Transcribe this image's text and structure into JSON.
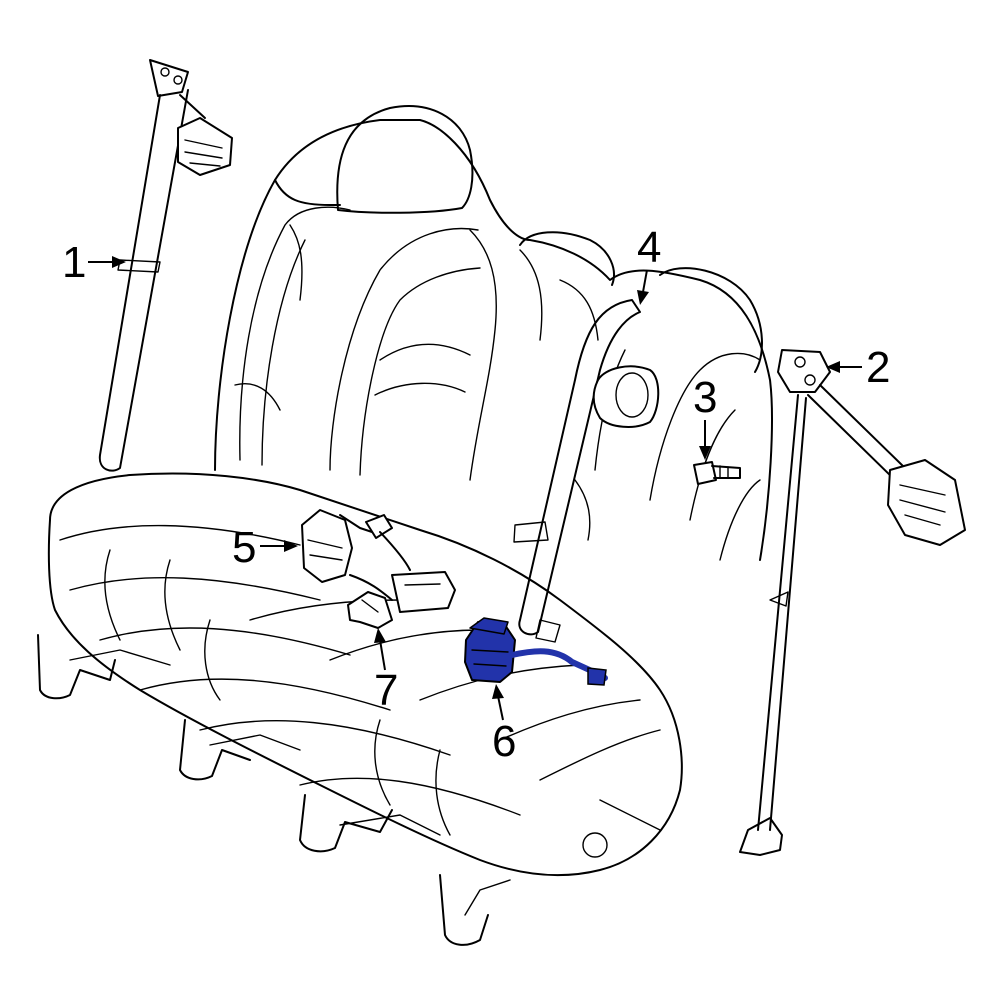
{
  "diagram": {
    "highlight_color": "#2233aa",
    "callouts": [
      {
        "id": "1",
        "label": "1"
      },
      {
        "id": "2",
        "label": "2"
      },
      {
        "id": "3",
        "label": "3"
      },
      {
        "id": "4",
        "label": "4"
      },
      {
        "id": "5",
        "label": "5"
      },
      {
        "id": "6",
        "label": "6"
      },
      {
        "id": "7",
        "label": "7"
      }
    ]
  }
}
